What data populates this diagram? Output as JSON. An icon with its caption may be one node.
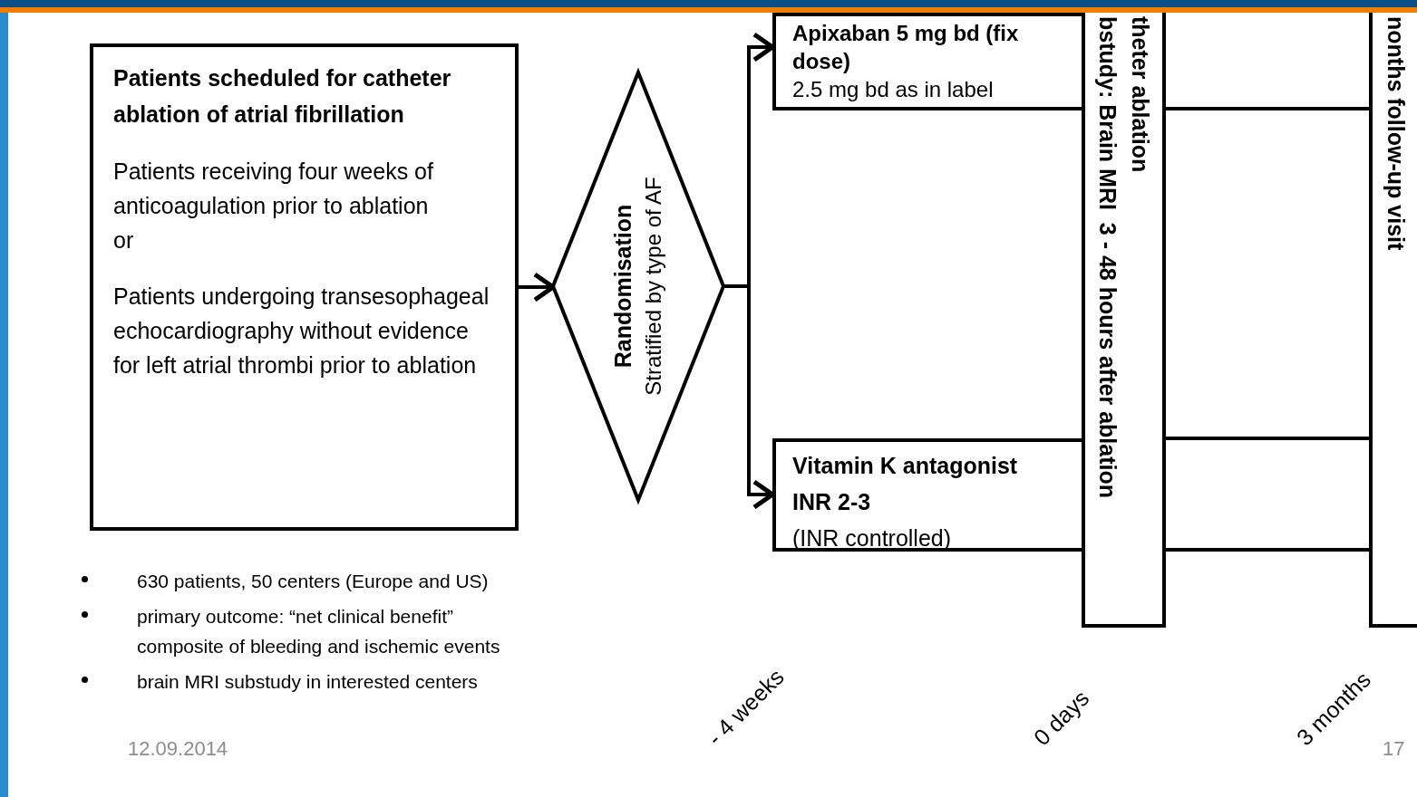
{
  "diagram": {
    "nodes": [
      {
        "text": [
          "Patients scheduled for catheter ablation of atrial fibrillation",
          "Patients receiving four weeks of anticoagulation prior to ablation",
          "or",
          "Patients undergoing transesophageal echocardiography without evidence for left atrial thrombi prior to ablation"
        ]
      },
      {
        "text": [
          "Randomisation",
          "Stratified by type of AF"
        ]
      },
      {
        "text": [
          "Apixaban 5 mg bd (fix dose)",
          "2.5 mg bd as in label"
        ]
      },
      {
        "text": [
          "Vitamin K antagonist INR 2-3",
          "(INR controlled)"
        ]
      },
      {
        "text": [
          "theter ablation",
          "bstudy: Brain MRI  3 - 48 hours after ablation"
        ]
      },
      {
        "text": [
          "nonths follow-up visit"
        ]
      }
    ],
    "edges": [
      {
        "from": 0,
        "to": 1,
        "arrow": "to"
      },
      {
        "from": 1,
        "to": 2,
        "arrow": "to"
      },
      {
        "from": 1,
        "to": 3,
        "arrow": "to"
      },
      {
        "from": 4,
        "to": 5,
        "arrow": "none"
      },
      {
        "from": 4,
        "to": 5,
        "arrow": "none"
      },
      {
        "from": 4,
        "to": 5,
        "arrow": "none"
      }
    ],
    "labels": [
      "630 patients, 50 centers (Europe and US)",
      "primary outcome: “net clinical benefit” composite of bleeding and ischemic events",
      "brain MRI substudy in interested centers",
      "- 4 weeks",
      "0 days",
      "3 months",
      "12.09.2014",
      "17"
    ]
  }
}
